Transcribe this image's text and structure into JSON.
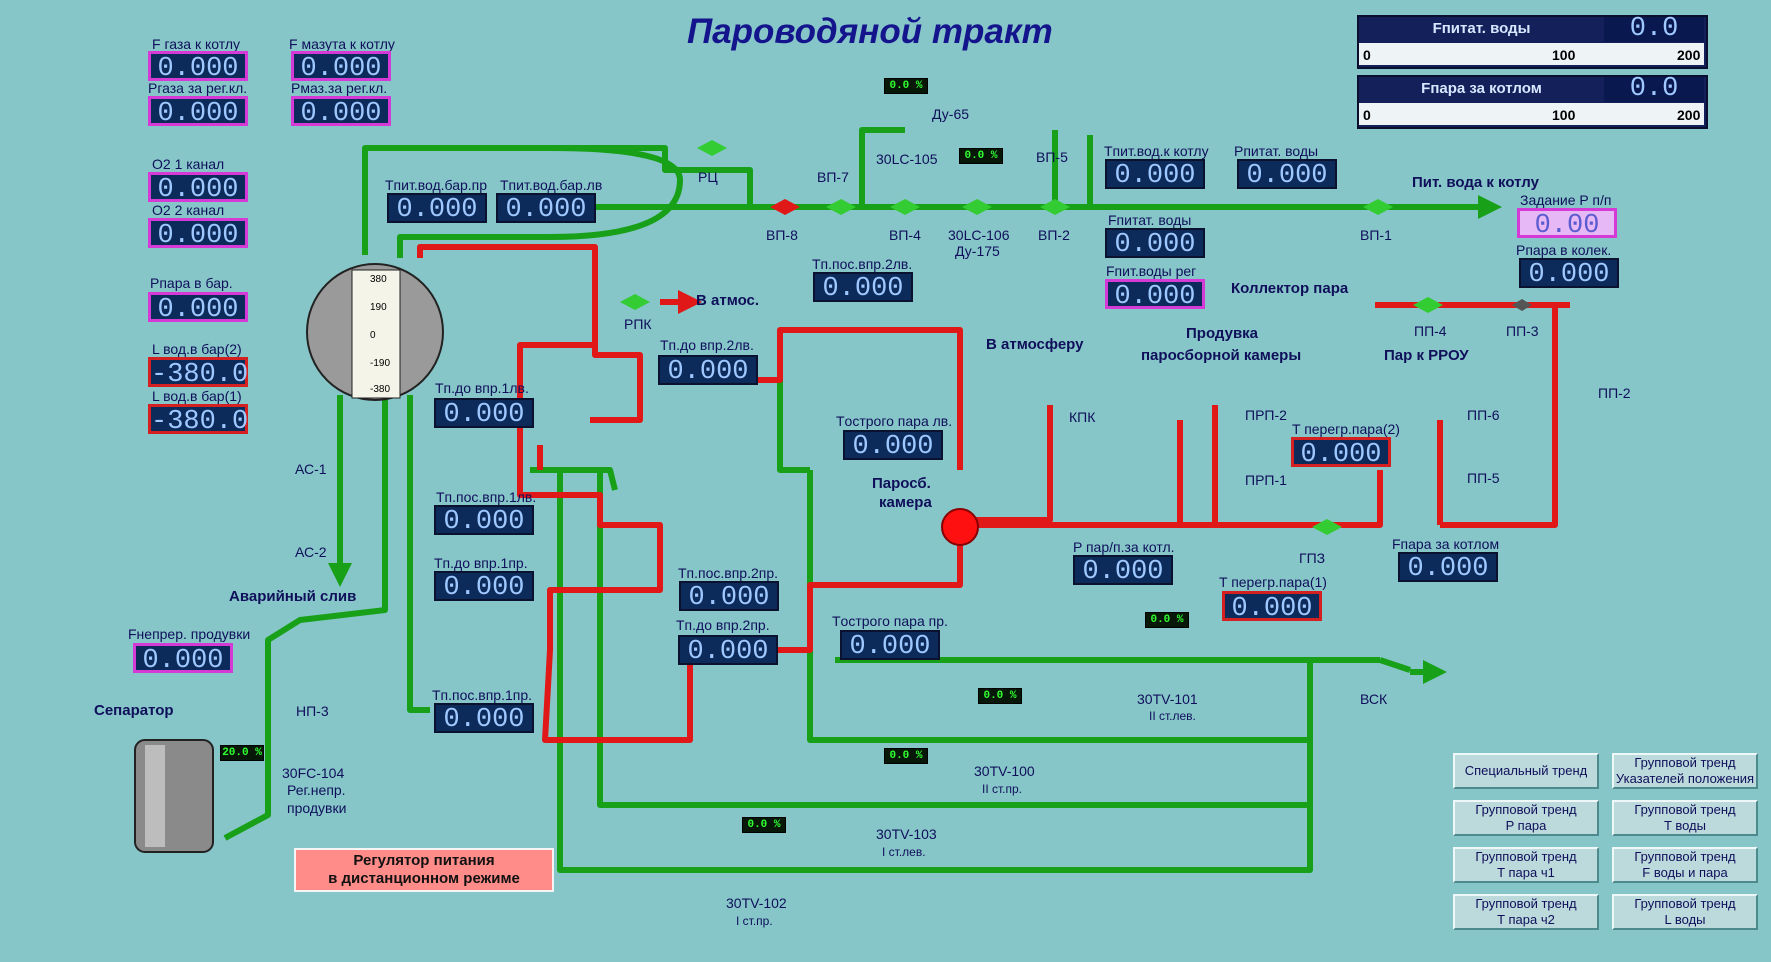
{
  "header": {
    "title": "Пароводяной тракт"
  },
  "gauges": [
    {
      "label": "Fпитат. воды",
      "value": "0.0",
      "scale": [
        "0",
        "100",
        "200"
      ]
    },
    {
      "label": "Fпара за котлом",
      "value": "0.0",
      "scale": [
        "0",
        "100",
        "200"
      ]
    }
  ],
  "readouts": {
    "f_gas": {
      "label": "F газа к котлу",
      "value": "0.000"
    },
    "f_mazut": {
      "label": "F мазута к котлу",
      "value": "0.000"
    },
    "p_gas": {
      "label": "Pгаза за рег.кл.",
      "value": "0.000"
    },
    "p_maz": {
      "label": "Pмаз.за рег.кл.",
      "value": "0.000"
    },
    "o2_1": {
      "label": "O2 1 канал",
      "value": "0.000"
    },
    "o2_2": {
      "label": "O2 2 канал",
      "value": "0.000"
    },
    "t_pit_pr": {
      "label": "Tпит.вод.бар.пр",
      "value": "0.000"
    },
    "t_pit_lv": {
      "label": "Tпит.вод.бар.лв",
      "value": "0.000"
    },
    "p_par_bar": {
      "label": "Pпара в бар.",
      "value": "0.000"
    },
    "l_bar2": {
      "label": "L вод.в бар(2)",
      "value": "-380.0"
    },
    "l_bar1": {
      "label": "L вод.в бар(1)",
      "value": "-380.0"
    },
    "t_pit_kotl": {
      "label": "Tпит.вод.к котлу",
      "value": "0.000"
    },
    "p_pit": {
      "label": "Pпитат. воды",
      "value": "0.000"
    },
    "f_pit": {
      "label": "Fпитат. воды",
      "value": "0.000"
    },
    "f_pit_reg": {
      "label": "Fпит.воды рег",
      "value": "0.000"
    },
    "zadanie": {
      "label": "Задание P п/п",
      "value": "0.00"
    },
    "p_kolek": {
      "label": "Pпара в колек.",
      "value": "0.000"
    },
    "t_pos_2lv": {
      "label": "Tп.пос.впр.2лв.",
      "value": "0.000"
    },
    "t_do_2lv": {
      "label": "Tп.до впр.2лв.",
      "value": "0.000"
    },
    "t_do_1lv": {
      "label": "Tп.до впр.1лв.",
      "value": "0.000"
    },
    "t_pos_1lv": {
      "label": "Tп.пос.впр.1лв.",
      "value": "0.000"
    },
    "t_ostr_lv": {
      "label": "Tострого пара лв.",
      "value": "0.000"
    },
    "t_do_1pr": {
      "label": "Tп.до впр.1пр.",
      "value": "0.000"
    },
    "t_pos_2pr": {
      "label": "Tп.пос.впр.2пр.",
      "value": "0.000"
    },
    "t_do_2pr": {
      "label": "Tп.до впр.2пр.",
      "value": "0.000"
    },
    "t_ostr_pr": {
      "label": "Tострого пара пр.",
      "value": "0.000"
    },
    "t_pos_1pr": {
      "label": "Tп.пос.впр.1пр.",
      "value": "0.000"
    },
    "f_neprer": {
      "label": "Fнепрер. продувки",
      "value": "0.000"
    },
    "t_peregr2": {
      "label": "T перегр.пара(2)",
      "value": "0.000"
    },
    "p_za_kotl": {
      "label": "P пар/п.за котл.",
      "value": "0.000"
    },
    "f_para_kotl": {
      "label": "Fпара за котлом",
      "value": "0.000"
    },
    "t_peregr1": {
      "label": "T перегр.пара(1)",
      "value": "0.000"
    }
  },
  "drum_scale": [
    "380",
    "190",
    "0",
    "-190",
    "-380"
  ],
  "labels": {
    "rc": "РЦ",
    "vp8": "ВП-8",
    "vp7": "ВП-7",
    "vp4": "ВП-4",
    "vp5": "ВП-5",
    "vp2": "ВП-2",
    "vp1": "ВП-1",
    "du65": "Ду-65",
    "lc105": "30LC-105",
    "lc106": "30LC-106",
    "du175": "Ду-175",
    "pit_voda": "Пит. вода к котлу",
    "kollektor": "Коллектор пара",
    "rpk": "РПК",
    "v_atm": "В атмос.",
    "v_atmosferu": "В атмосферу",
    "kpk": "КПК",
    "produvka": "Продувка",
    "parosbor": "паросборной камеры",
    "prp2": "ПРП-2",
    "prp1": "ПРП-1",
    "par_rrou": "Пар к РРОУ",
    "pp4": "ПП-4",
    "pp3": "ПП-3",
    "pp2": "ПП-2",
    "pp6": "ПП-6",
    "pp5": "ПП-5",
    "gpz": "ГПЗ",
    "parosb": "Паросб.",
    "kamera": "камера",
    "as1": "АС-1",
    "as2": "АС-2",
    "avar": "Аварийный слив",
    "np3": "НП-3",
    "separator": "Сепаратор",
    "fc104": "30FC-104",
    "reg_neprer": "Рег.непр.",
    "produvki": "продувки",
    "tv101": "30TV-101",
    "tv101s": "II ст.лев.",
    "tv100": "30TV-100",
    "tv100s": "II ст.пр.",
    "tv103": "30TV-103",
    "tv103s": "I ст.лев.",
    "tv102": "30TV-102",
    "tv102s": "I ст.пр.",
    "vsk": "ВСК"
  },
  "percents": {
    "lc105": "0.0  %",
    "lc106": "0.0  %",
    "fc104": "20.0 %",
    "tv101": "0.0  %",
    "tv100": "0.0  %",
    "tv103": "0.0  %",
    "tv102": "0.0  %"
  },
  "regulator_box": [
    "Регулятор питания",
    "в дистанционном режиме"
  ],
  "buttons": [
    [
      "Специальный тренд"
    ],
    [
      "Групповой тренд",
      "Указателей положения"
    ],
    [
      "Групповой тренд",
      "P пара"
    ],
    [
      "Групповой тренд",
      "T воды"
    ],
    [
      "Групповой тренд",
      "T пара ч1"
    ],
    [
      "Групповой тренд",
      "F воды и пара"
    ],
    [
      "Групповой тренд",
      "T пара ч2"
    ],
    [
      "Групповой тренд",
      "L воды"
    ]
  ],
  "colors": {
    "background": "#86c6c9",
    "water_pipe": "#18a018",
    "steam_pipe": "#e01818",
    "value_bg": "#0c2a5a",
    "value_text": "#9fc8ff"
  }
}
